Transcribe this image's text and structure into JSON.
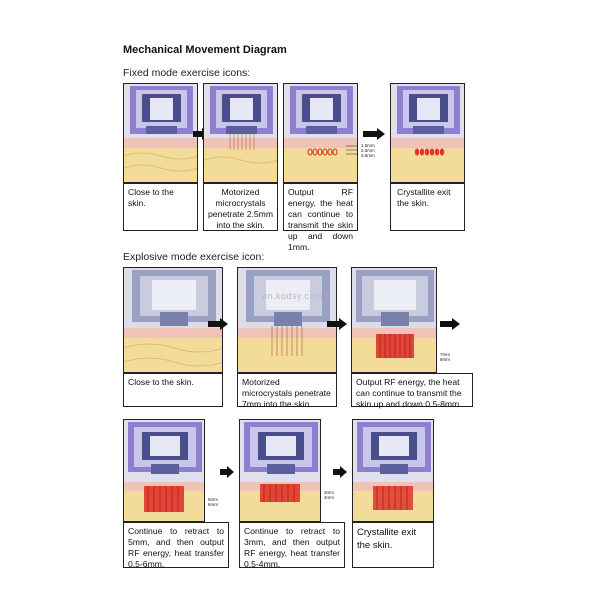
{
  "title": "Mechanical Movement Diagram",
  "fixed_mode": {
    "heading": "Fixed mode exercise icons:",
    "captions": [
      "Close to the skin.",
      "Motorized microcrystals penetrate 2.5mm into the skin.",
      "Output RF energy, the heat can continue to transmit the skin up and down 1mm.",
      "Crystallite exit the skin."
    ],
    "depth_labels": [
      "1.5mm",
      "2.5mm",
      "3.5mm"
    ]
  },
  "explosive_mode": {
    "heading": "Explosive mode exercise icon:",
    "captions": [
      "Close to the skin.",
      "Motorized microcrystals penetrate 7mm into the skin.",
      "Output RF energy, the heat can continue to transmit the skin up and down 0.5-8mm.",
      "Continue to retract to 5mm, and then output RF energy, heat transfer 0.5-6mm.",
      "Continue to retract to 3mm, and then output RF energy, heat transfer 0.5-4mm.",
      "Crystallite exit the skin."
    ],
    "depth_labels_step3": [
      "7mm",
      "8mm"
    ],
    "depth_labels_step4": [
      "5mm",
      "6mm"
    ],
    "depth_labels_step5": [
      "3mm",
      "4mm"
    ]
  },
  "watermark": "en.kodsy.com",
  "colors": {
    "device_purple": "#8e7fd0",
    "device_dark": "#4a4f8c",
    "skin_pink": "#f1c2b8",
    "fat_yellow": "#f3dc9a",
    "rf_red": "#e0342a"
  }
}
